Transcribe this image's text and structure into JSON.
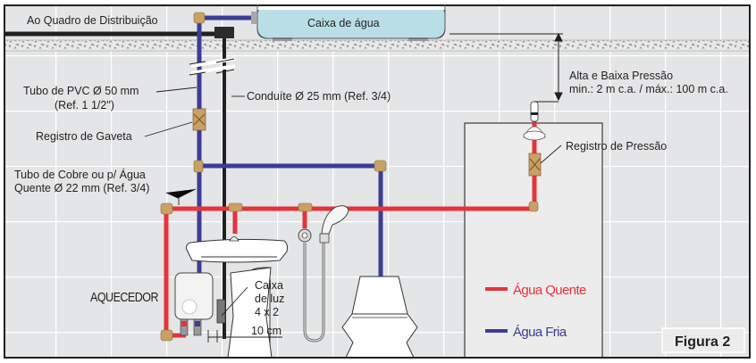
{
  "figure": {
    "title": "Figura 2",
    "colors": {
      "hot_water": "#e8323c",
      "cold_water": "#3a3d96",
      "conduit": "#231f20",
      "fitting": "#c9a165",
      "tank": "#b9dfe6",
      "wall": "#e4e5e6",
      "grid": "#ffffff"
    }
  },
  "labels": {
    "distribution_board": "Ao Quadro de Distribuição",
    "water_tank": "Caixa de água",
    "pvc_pipe_line1": "Tubo de PVC Ø 50 mm",
    "pvc_pipe_line2": "(Ref. 1 1/2\")",
    "conduit": "Conduíte Ø 25 mm (Ref. 3/4)",
    "gate_valve": "Registro de Gaveta",
    "copper_pipe_line1": "Tubo de Cobre ou p/ Água",
    "copper_pipe_line2": "Quente Ø 22 mm (Ref. 3/4)",
    "pressure_line1": "Alta e Baixa Pressão",
    "pressure_line2": "min.: 2 m c.a. / máx.: 100 m c.a.",
    "pressure_valve": "Registro de Pressão",
    "heater": "AQUECEDOR",
    "junction_box_line1": "Caixa",
    "junction_box_line2": "de luz",
    "junction_box_line3": "4 x 2",
    "distance": "10 cm"
  },
  "legend": [
    {
      "label": "Água Quente",
      "color": "#e8323c"
    },
    {
      "label": "Água Fria",
      "color": "#3a3d96"
    }
  ]
}
